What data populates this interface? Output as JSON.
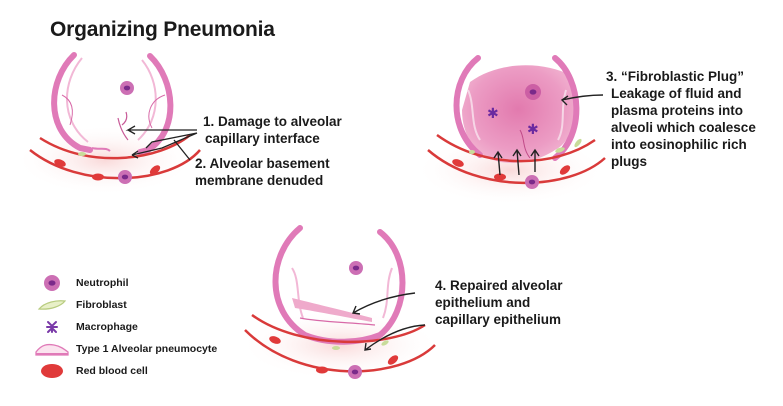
{
  "title": "Organizing Pneumonia",
  "colors": {
    "alveolar_wall": "#e07ab8",
    "alveolar_fill": "#f4c6dc",
    "plug_fill": "#e88ab6",
    "capillary": "#d93a3a",
    "rbc": "#e03a3a",
    "neutrophil": "#cc6fb4",
    "neutrophil_nucleus": "#7a2a8a",
    "macrophage": "#7a3aa8",
    "fibroblast": "#c8dc9a",
    "arrow": "#222222"
  },
  "stages": [
    {
      "id": 1,
      "labels": [
        {
          "number": "1.",
          "lines": [
            "1. Damage to alveolar",
            "capillary interface"
          ]
        },
        {
          "number": "2.",
          "lines": [
            "2. Alveolar basement",
            "membrane denuded"
          ]
        }
      ]
    },
    {
      "id": 3,
      "labels": [
        {
          "number": "3.",
          "lines": [
            "3. “Fibroblastic Plug”",
            "Leakage of fluid and",
            "plasma proteins into",
            "alveoli which coalesce",
            "into eosinophilic rich",
            "plugs"
          ]
        }
      ]
    },
    {
      "id": 4,
      "labels": [
        {
          "number": "4.",
          "lines": [
            "4. Repaired alveolar",
            "epithelium and",
            "capillary epithelium"
          ]
        }
      ]
    }
  ],
  "legend": {
    "items": [
      {
        "icon": "neutrophil-icon",
        "label": "Neutrophil"
      },
      {
        "icon": "fibroblast-icon",
        "label": "Fibroblast"
      },
      {
        "icon": "macrophage-icon",
        "label": "Macrophage"
      },
      {
        "icon": "pneumocyte-icon",
        "label": "Type 1 Alveolar pneumocyte"
      },
      {
        "icon": "red-blood-cell-icon",
        "label": "Red blood cell"
      }
    ]
  }
}
